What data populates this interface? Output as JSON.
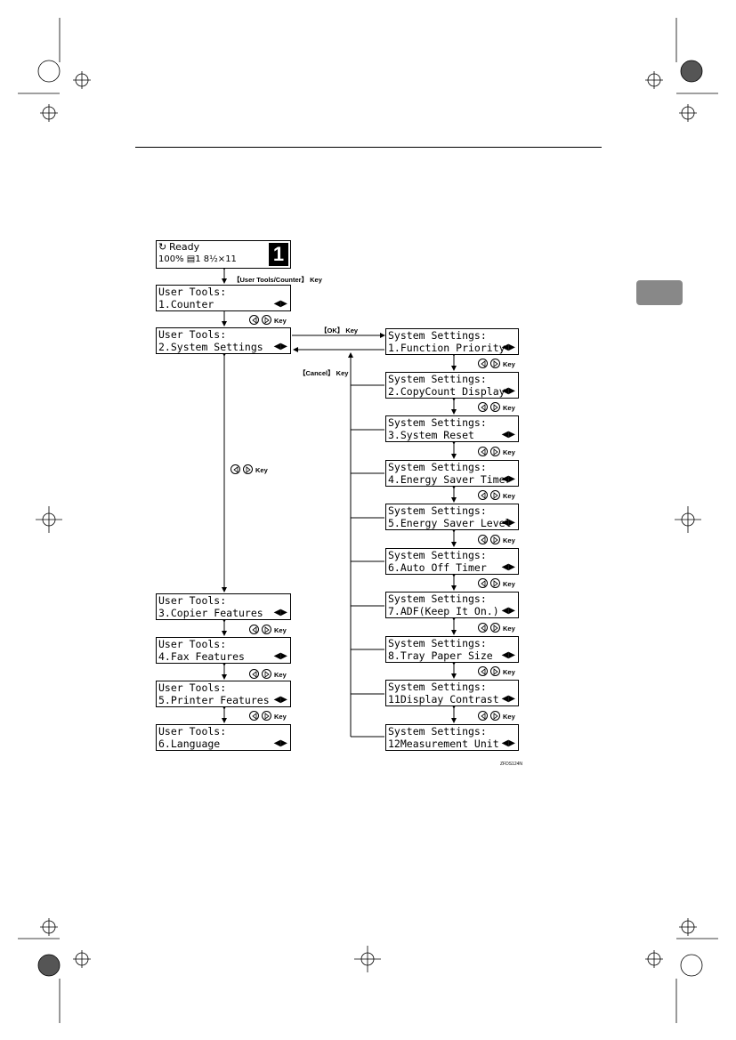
{
  "status_panel": {
    "line1": "Ready",
    "line2": "100%  ▤1  8½×11",
    "counter": "1"
  },
  "keys": {
    "user_tools_counter": "【User Tools/Counter】 Key",
    "ok": "【OK】 Key",
    "cancel": "【Cancel】 Key",
    "arrow": "Key"
  },
  "user_tools": [
    {
      "title": "User Tools:",
      "item": "1.Counter"
    },
    {
      "title": "User Tools:",
      "item": "2.System Settings"
    },
    {
      "title": "User Tools:",
      "item": "3.Copier Features"
    },
    {
      "title": "User Tools:",
      "item": "4.Fax Features"
    },
    {
      "title": "User Tools:",
      "item": "5.Printer Features"
    },
    {
      "title": "User Tools:",
      "item": "6.Language"
    }
  ],
  "system_settings": [
    {
      "title": "System Settings:",
      "item": "1.Function Priority"
    },
    {
      "title": "System Settings:",
      "item": "2.CopyCount Display"
    },
    {
      "title": "System Settings:",
      "item": "3.System Reset"
    },
    {
      "title": "System Settings:",
      "item": "4.Energy Saver Timer"
    },
    {
      "title": "System Settings:",
      "item": "5.Energy Saver Level"
    },
    {
      "title": "System Settings:",
      "item": "6.Auto Off Timer"
    },
    {
      "title": "System Settings:",
      "item": "7.ADF(Keep It On.)"
    },
    {
      "title": "System Settings:",
      "item": "8.Tray Paper Size"
    },
    {
      "title": "System Settings:",
      "item": "11Display Contrast"
    },
    {
      "title": "System Settings:",
      "item": "12Measurement Unit"
    }
  ],
  "figure_code": "ZFDS124N"
}
